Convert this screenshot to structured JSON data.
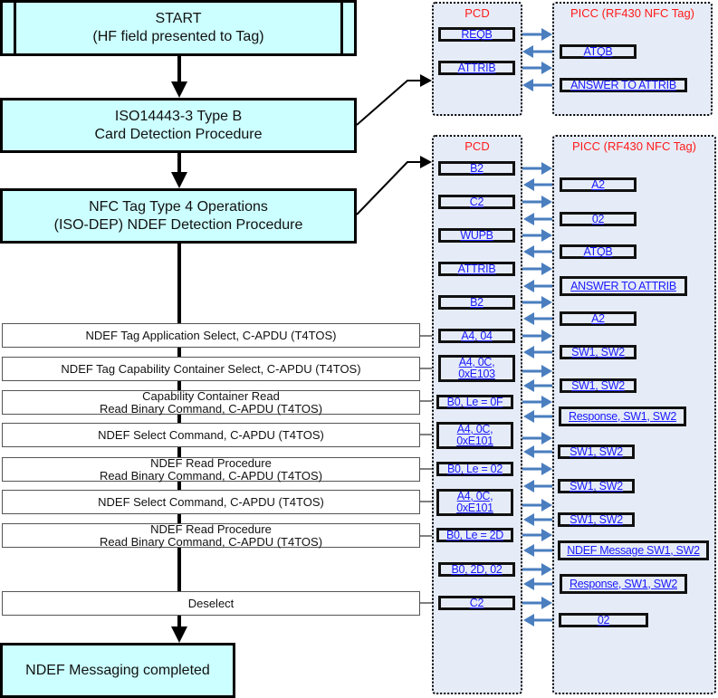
{
  "flowchart": {
    "start": {
      "line1": "START",
      "line2": "(HF field presented to Tag)"
    },
    "card_detection": {
      "line1": "ISO14443-3 Type B",
      "line2": "Card Detection Procedure"
    },
    "ndef_detection": {
      "line1": "NFC Tag Type 4 Operations",
      "line2": "(ISO-DEP) NDEF Detection Procedure"
    },
    "steps": [
      {
        "line1": "NDEF Tag Application Select, C-APDU (T4TOS)",
        "line2": ""
      },
      {
        "line1": "NDEF Tag Capability Container Select, C-APDU (T4TOS)",
        "line2": ""
      },
      {
        "line1": "Capability Container Read",
        "line2": "Read Binary Command, C-APDU (T4TOS)"
      },
      {
        "line1": "NDEF Select Command, C-APDU (T4TOS)",
        "line2": ""
      },
      {
        "line1": "NDEF Read Procedure",
        "line2": "Read Binary Command, C-APDU (T4TOS)"
      },
      {
        "line1": "NDEF Select Command, C-APDU (T4TOS)",
        "line2": ""
      },
      {
        "line1": "NDEF Read Procedure",
        "line2": "Read Binary Command, C-APDU (T4TOS)"
      },
      {
        "line1": "Deselect",
        "line2": ""
      }
    ],
    "end": {
      "line1": "NDEF Messaging completed"
    }
  },
  "panel_card_detection": {
    "pcd_title": "PCD",
    "picc_title": "PICC (RF430 NFC Tag)",
    "pcd_messages": [
      "REQB",
      "ATTRIB"
    ],
    "picc_messages": [
      "ATQB",
      "ANSWER TO ATTRIB"
    ]
  },
  "panel_ndef": {
    "pcd_title": "PCD",
    "picc_title": "PICC (RF430 NFC Tag)",
    "pcd_messages": [
      {
        "line1": "B2",
        "line2": ""
      },
      {
        "line1": "C2",
        "line2": ""
      },
      {
        "line1": "WUPB",
        "line2": ""
      },
      {
        "line1": "ATTRIB",
        "line2": ""
      },
      {
        "line1": "B2",
        "line2": ""
      },
      {
        "line1": "A4, 04",
        "line2": ""
      },
      {
        "line1": "A4, 0C,",
        "line2": "0xE103"
      },
      {
        "line1": "B0, Le = 0F",
        "line2": ""
      },
      {
        "line1": "A4, 0C,",
        "line2": "0xE101"
      },
      {
        "line1": "B0, Le = 02",
        "line2": ""
      },
      {
        "line1": "A4, 0C,",
        "line2": "0xE101"
      },
      {
        "line1": "B0, Le = 2D",
        "line2": ""
      },
      {
        "line1": "B0, 2D, 02",
        "line2": ""
      },
      {
        "line1": "C2",
        "line2": ""
      }
    ],
    "picc_messages": [
      "A2",
      "02",
      "ATQB",
      "ANSWER TO ATTRIB",
      "A2",
      "SW1, SW2",
      "SW1, SW2",
      "Response, SW1, SW2",
      "SW1, SW2",
      "SW1, SW2",
      "SW1, SW2",
      "NDEF Message SW1, SW2",
      "Response, SW1, SW2",
      "02"
    ]
  },
  "colors": {
    "flow_fill": "#ccffff",
    "panel_fill": "#e6ecf7",
    "panel_title": "#ff1a1a",
    "message_text": "#1a1aff",
    "message_arrow": "#4a7ebf"
  }
}
